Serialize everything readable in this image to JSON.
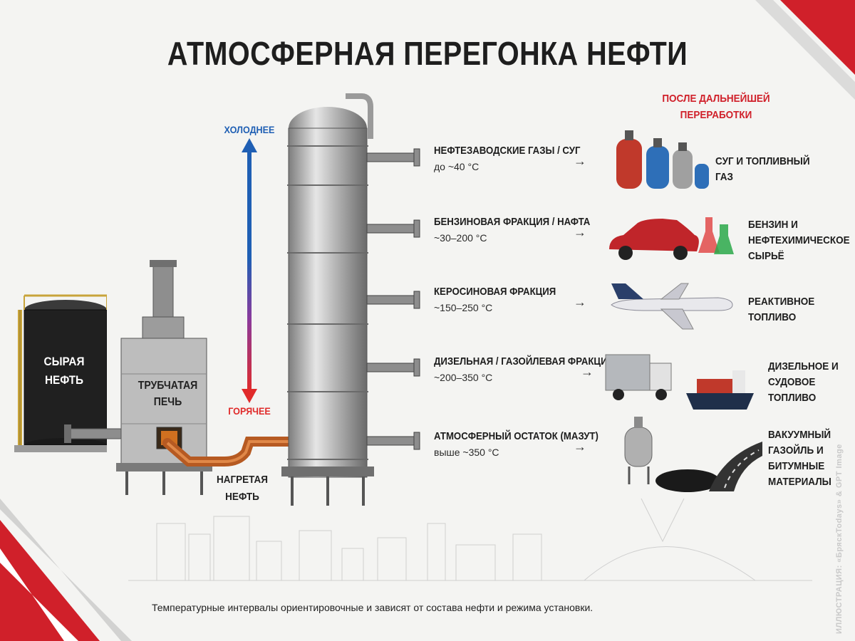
{
  "title": "АТМОСФЕРНАЯ ПЕРЕГОНКА НЕФТИ",
  "after_processing_header": "ПОСЛЕ ДАЛЬНЕЙШЕЙ ПЕРЕРАБОТКИ",
  "gradient": {
    "cold": "ХОЛОДНЕЕ",
    "hot": "ГОРЯЧЕЕ"
  },
  "tank_label": "СЫРАЯ НЕФТЬ",
  "furnace_label": "ТРУБЧАТАЯ ПЕЧЬ",
  "heated_oil_label": "НАГРЕТАЯ НЕФТЬ",
  "fractions": [
    {
      "name": "НЕФТЕЗАВОДСКИЕ ГАЗЫ / СУГ",
      "temp": "до ~40 °С",
      "product": "СУГ И ТОПЛИВНЫЙ ГАЗ",
      "icon": "gas-cylinders-icon"
    },
    {
      "name": "БЕНЗИНОВАЯ ФРАКЦИЯ / НАФТА",
      "temp": "~30–200 °С",
      "product": "БЕНЗИН И НЕФТЕХИМИЧЕСКОЕ СЫРЬЁ",
      "icon": "car-and-flasks-icon"
    },
    {
      "name": "КЕРОСИНОВАЯ ФРАКЦИЯ",
      "temp": "~150–250 °С",
      "product": "РЕАКТИВНОЕ ТОПЛИВО",
      "icon": "airplane-icon"
    },
    {
      "name": "ДИЗЕЛЬНАЯ / ГАЗОЙЛЕВАЯ ФРАКЦИЯ",
      "temp": "~200–350 °С",
      "product": "ДИЗЕЛЬНОЕ И СУДОВОЕ ТОПЛИВО",
      "icon": "truck-and-ship-icon"
    },
    {
      "name": "АТМОСФЕРНЫЙ ОСТАТОК (МАЗУТ)",
      "temp": "выше ~350 °С",
      "product": "ВАКУУМНЫЙ ГАЗОЙЛЬ И БИТУМНЫЕ МАТЕРИАЛЫ",
      "icon": "asphalt-road-icon"
    }
  ],
  "footnote": "Температурные интервалы ориентировочные и зависят от состава нефти и режима установки.",
  "credit": "ИЛЛЮСТРАЦИЯ: «БряскTodays» & GPT Image",
  "colors": {
    "accent_red": "#d0202a",
    "cold_blue": "#1f5fb4",
    "hot_red": "#e02a2a"
  }
}
